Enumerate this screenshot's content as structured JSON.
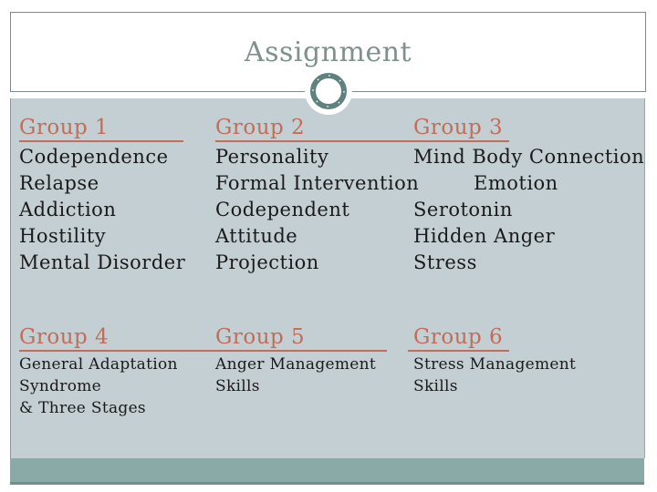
{
  "slide": {
    "title": "Assignment",
    "groups": [
      {
        "label": "Group 1",
        "items": [
          "Codependence",
          "Relapse",
          "Addiction",
          "Hostility",
          "Mental Disorder"
        ]
      },
      {
        "label": "Group 2",
        "items": [
          "Personality",
          "Formal Intervention",
          "Codependent",
          "Attitude",
          "Projection"
        ]
      },
      {
        "label": "Group 3",
        "items": [
          "Mind Body Connection",
          "Emotion",
          "Serotonin",
          "Hidden Anger",
          "Stress"
        ]
      },
      {
        "label": "Group 4",
        "items": [
          "General Adaptation",
          "Syndrome",
          "& Three Stages"
        ]
      },
      {
        "label": "Group 5",
        "items": [
          "Anger Management",
          "Skills"
        ]
      },
      {
        "label": "Group 6",
        "items": [
          "Stress Management",
          "Skills"
        ]
      }
    ],
    "colors": {
      "body_background": "#c4cfd3",
      "footer_bar": "#8aaaa8",
      "footer_bar_edge": "#6f908e",
      "group_heading_accent": "#c06e59",
      "title_text": "#7e918d",
      "frame_border": "#7d8a8a",
      "ring_ornament": "#5f827f",
      "body_text": "#1a1a1a"
    }
  }
}
